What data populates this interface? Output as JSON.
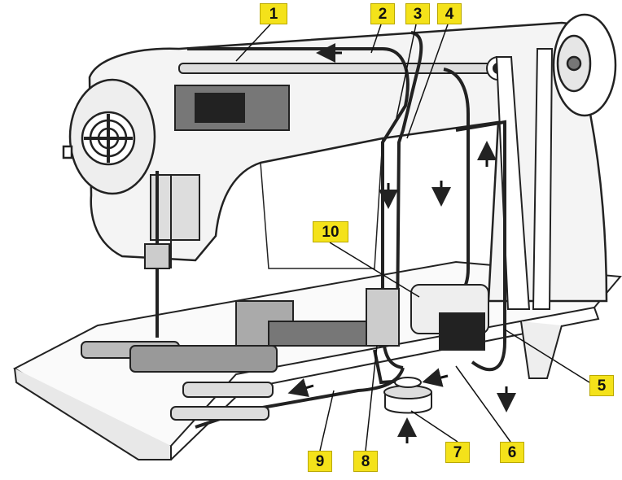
{
  "callouts": [
    {
      "id": "1",
      "label": "1"
    },
    {
      "id": "2",
      "label": "2"
    },
    {
      "id": "3",
      "label": "3"
    },
    {
      "id": "4",
      "label": "4"
    },
    {
      "id": "5",
      "label": "5"
    },
    {
      "id": "6",
      "label": "6"
    },
    {
      "id": "7",
      "label": "7"
    },
    {
      "id": "8",
      "label": "8"
    },
    {
      "id": "9",
      "label": "9"
    },
    {
      "id": "10",
      "label": "10"
    }
  ],
  "colors": {
    "callout_fill": "#f4e21a",
    "line": "#222222",
    "background": "#ffffff"
  },
  "icons": {
    "flow_arrow": "flow-direction-arrow",
    "handwheel": "handwheel-icon"
  }
}
